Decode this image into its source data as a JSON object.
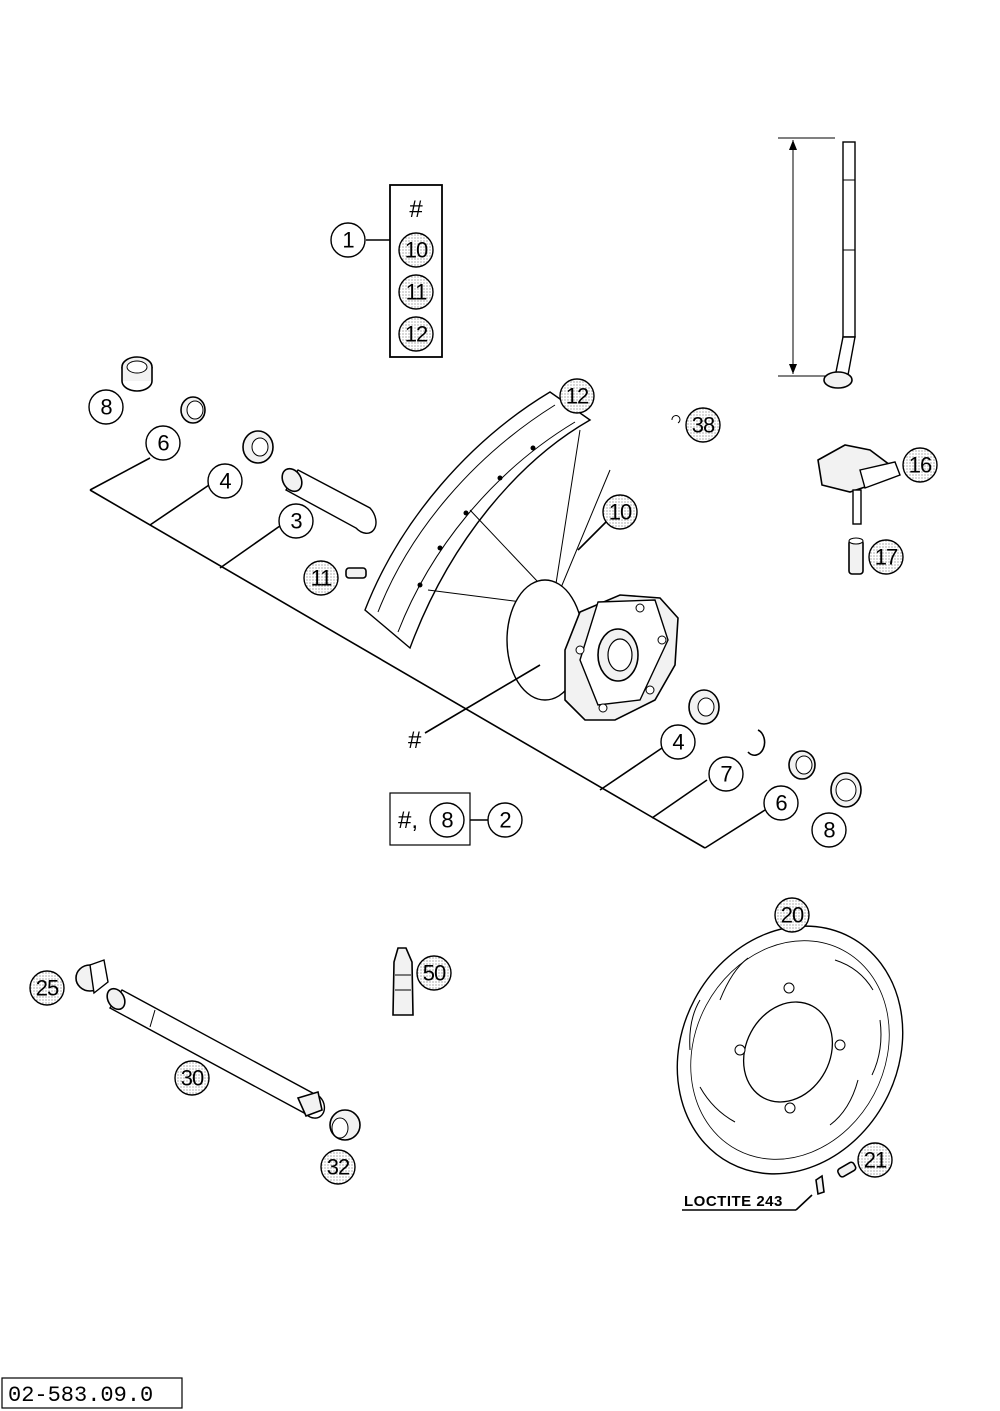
{
  "drawing": {
    "reference_number": "02-583.09.0",
    "hash_symbol": "#",
    "kit_box": {
      "symbol": "#",
      "items": [
        "10",
        "11",
        "12"
      ]
    },
    "kit2_box": {
      "text": "#,",
      "item": "8"
    },
    "hub_label": "#",
    "loctite_note": "LOCTITE 243"
  },
  "callouts": {
    "c1": "1",
    "c2": "2",
    "c3": "3",
    "c4a": "4",
    "c4b": "4",
    "c6a": "6",
    "c6b": "6",
    "c7": "7",
    "c8a": "8",
    "c8b": "8",
    "c10": "10",
    "c11": "11",
    "c12": "12",
    "c16": "16",
    "c17": "17",
    "c20": "20",
    "c21": "21",
    "c25": "25",
    "c30": "30",
    "c32": "32",
    "c38": "38",
    "c50": "50"
  }
}
